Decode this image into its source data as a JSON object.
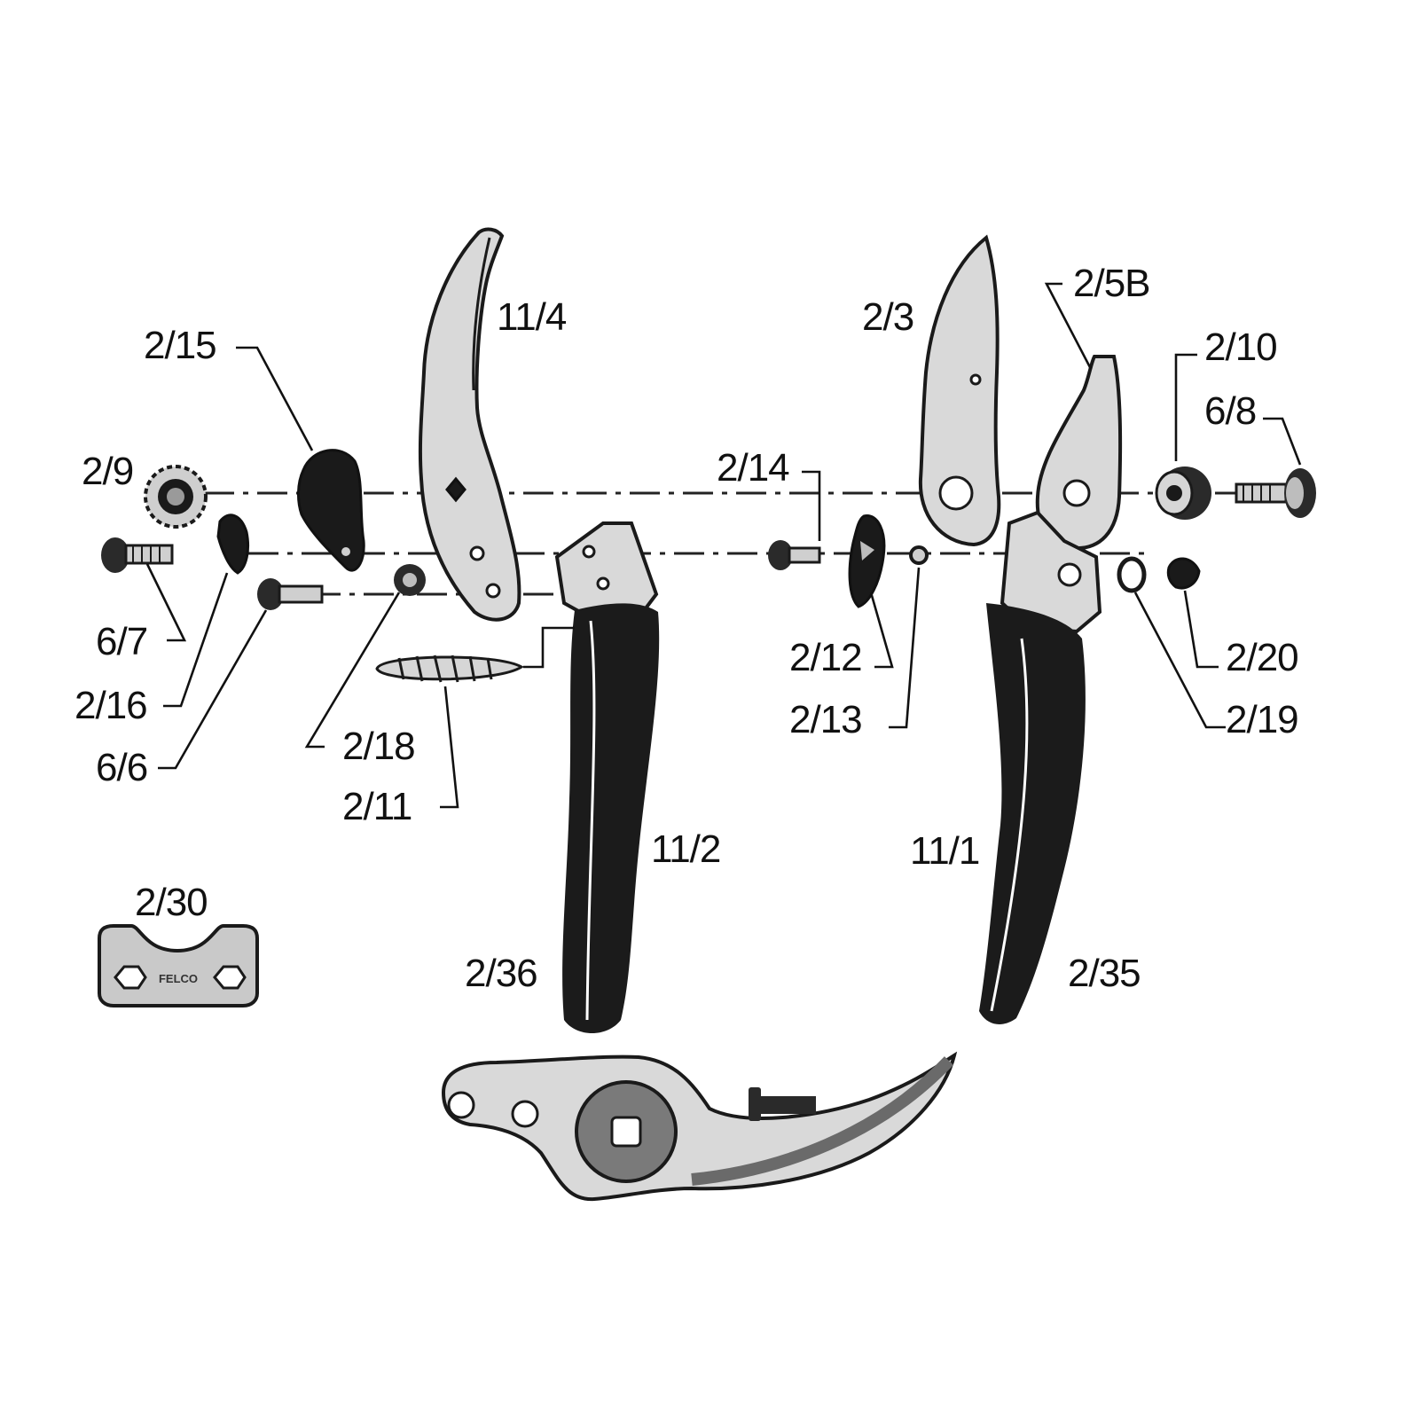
{
  "diagram": {
    "type": "exploded-parts-view",
    "parts": {
      "p_11_4": "11/4",
      "p_2_15": "2/15",
      "p_2_9": "2/9",
      "p_6_7": "6/7",
      "p_2_16": "2/16",
      "p_6_6": "6/6",
      "p_2_18": "2/18",
      "p_2_11": "2/11",
      "p_11_2": "11/2",
      "p_2_30": "2/30",
      "p_2_36": "2/36",
      "p_2_3": "2/3",
      "p_2_5b": "2/5B",
      "p_2_10": "2/10",
      "p_6_8": "6/8",
      "p_2_14": "2/14",
      "p_2_12": "2/12",
      "p_2_13": "2/13",
      "p_2_20": "2/20",
      "p_2_19": "2/19",
      "p_11_1": "11/1",
      "p_2_35": "2/35"
    },
    "wrench_logo": "FELCO",
    "colors": {
      "steel": "#d9d9d9",
      "outline": "#1a1a1a",
      "grip": "#1b1b1b"
    }
  }
}
